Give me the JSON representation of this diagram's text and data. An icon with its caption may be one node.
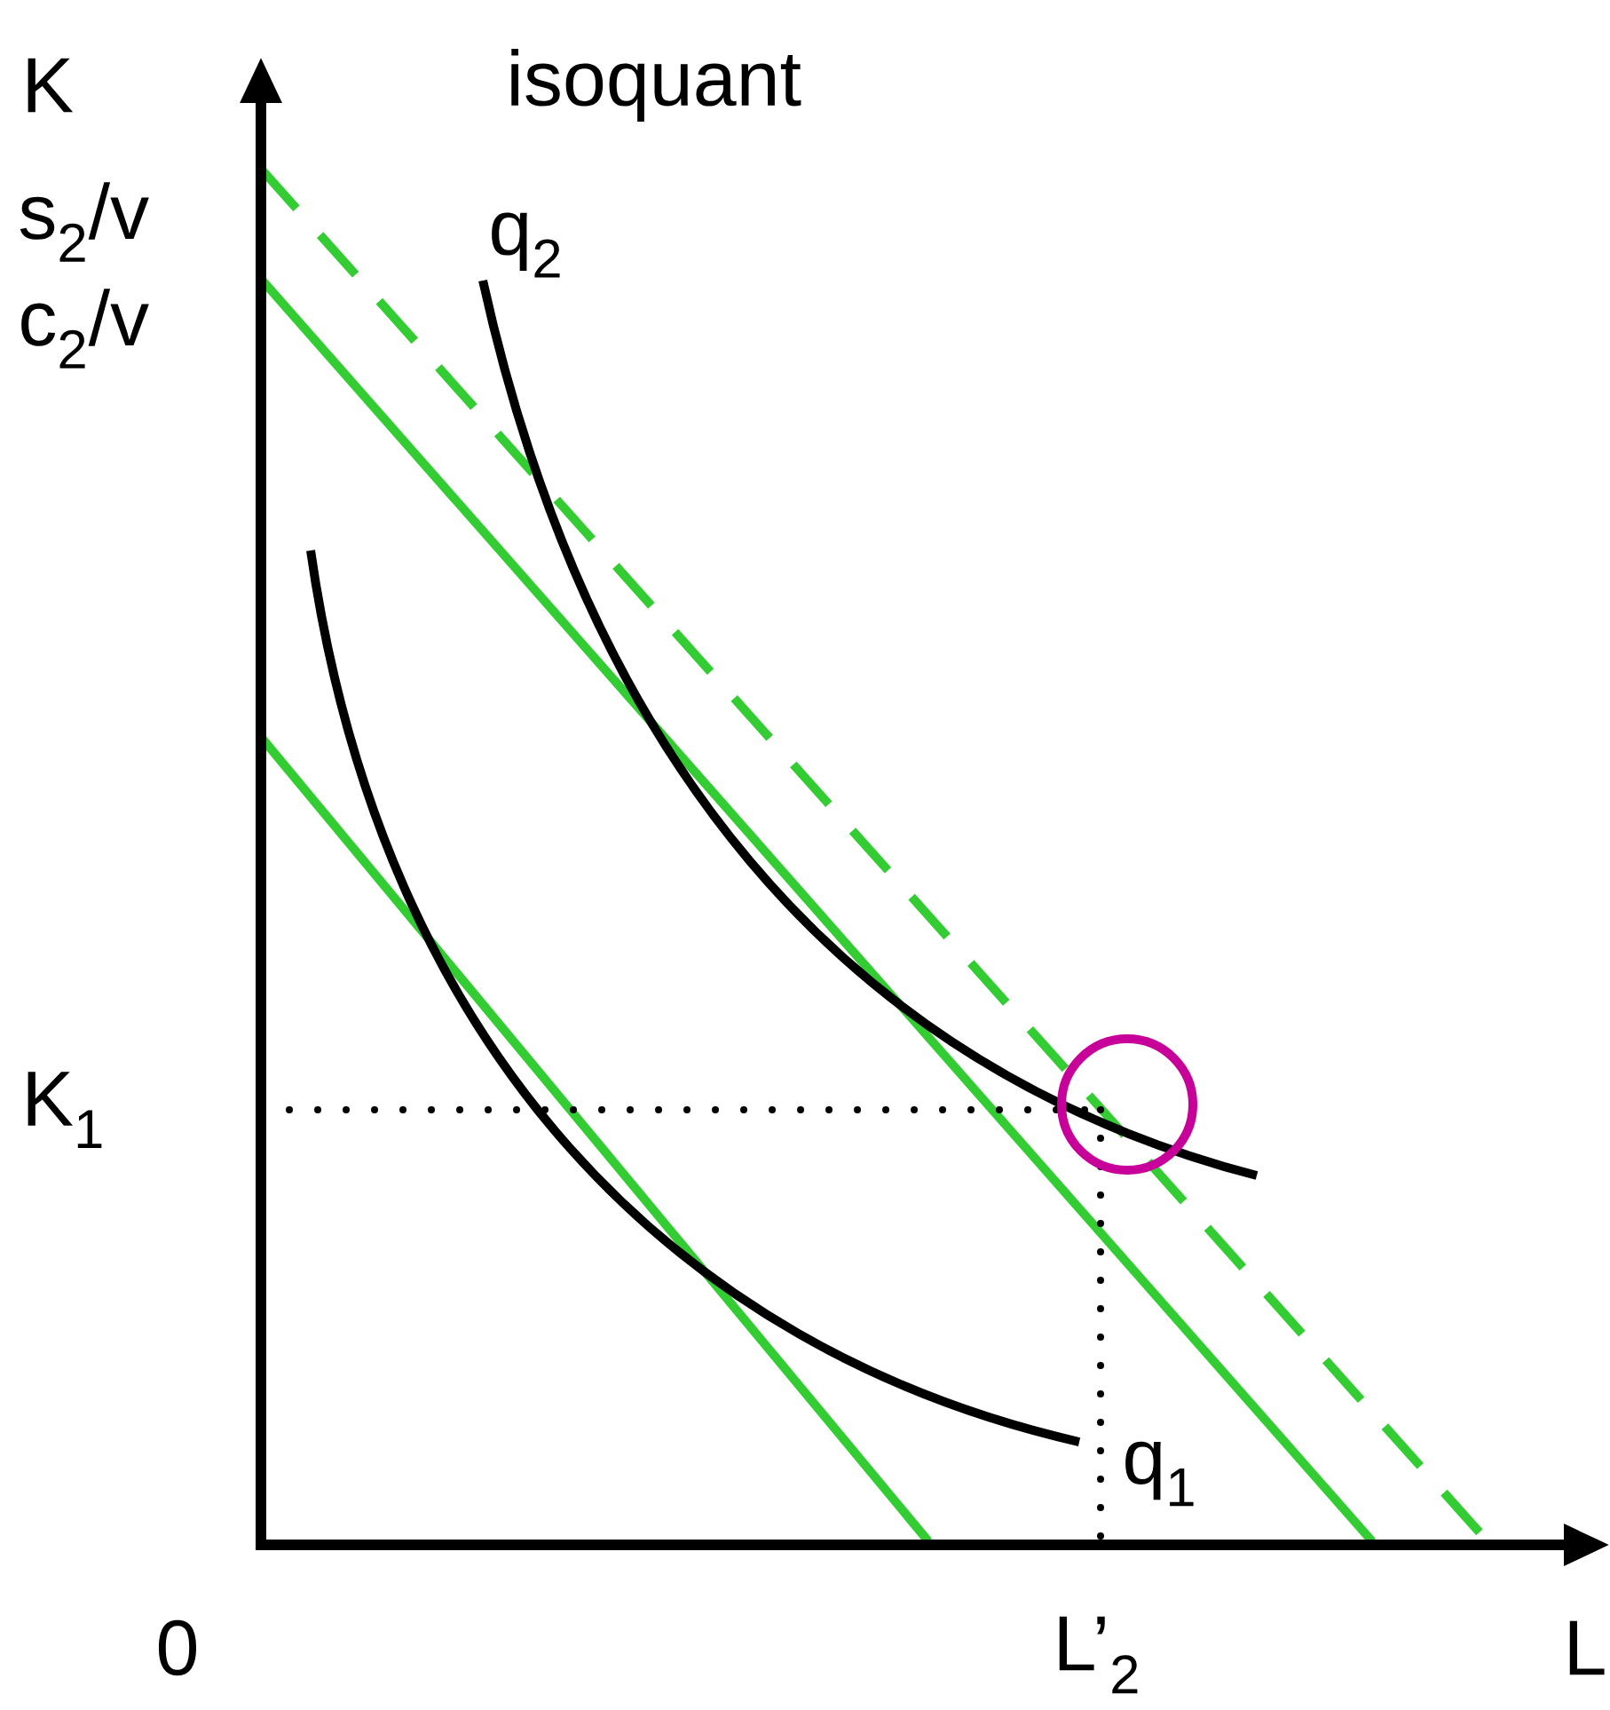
{
  "diagram": {
    "labels": [
      "K",
      "s$_{2}$/v",
      "c$_{2}$/v",
      "isoquant",
      "q$_{2}$",
      "K$_{1}$",
      "q$_{1}$",
      "0",
      "L’$_{2}$",
      "L"
    ]
  }
}
